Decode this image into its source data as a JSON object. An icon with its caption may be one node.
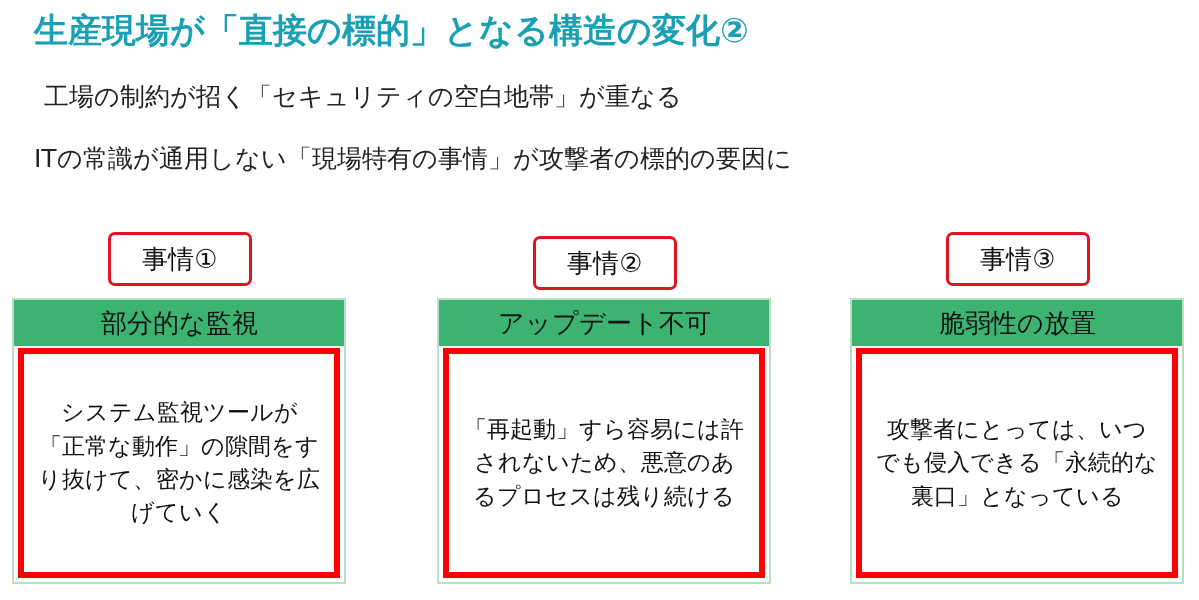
{
  "diagram": {
    "title": "生産現場が「直接の標的」となる構造の変化②",
    "nodes": [
      {
        "text": [
          "事情①"
        ]
      },
      {
        "text": [
          "部分的な監視"
        ]
      },
      {
        "text": [
          "システム監視ツールが「正常な動作」の隙間をすり抜けて、密かに感染を広げていく"
        ],
        "in": 1
      },
      {
        "text": [
          "事情②"
        ]
      },
      {
        "text": [
          "アップデート不可"
        ]
      },
      {
        "text": [
          "「再起動」すら容易には許されないため、悪意のあるプロセスは残り続ける"
        ],
        "in": 4
      },
      {
        "text": [
          "事情③"
        ]
      },
      {
        "text": [
          "脆弱性の放置"
        ]
      },
      {
        "text": [
          "攻撃者にとっては、いつでも侵入できる「永続的な裏口」となっている"
        ],
        "in": 7
      }
    ],
    "labels": [
      "工場の制約が招く「セキュリティの空白地帯」が重なる",
      "ITの常識が通用しない「現場特有の事情」が攻撃者の標的の要因に"
    ]
  }
}
